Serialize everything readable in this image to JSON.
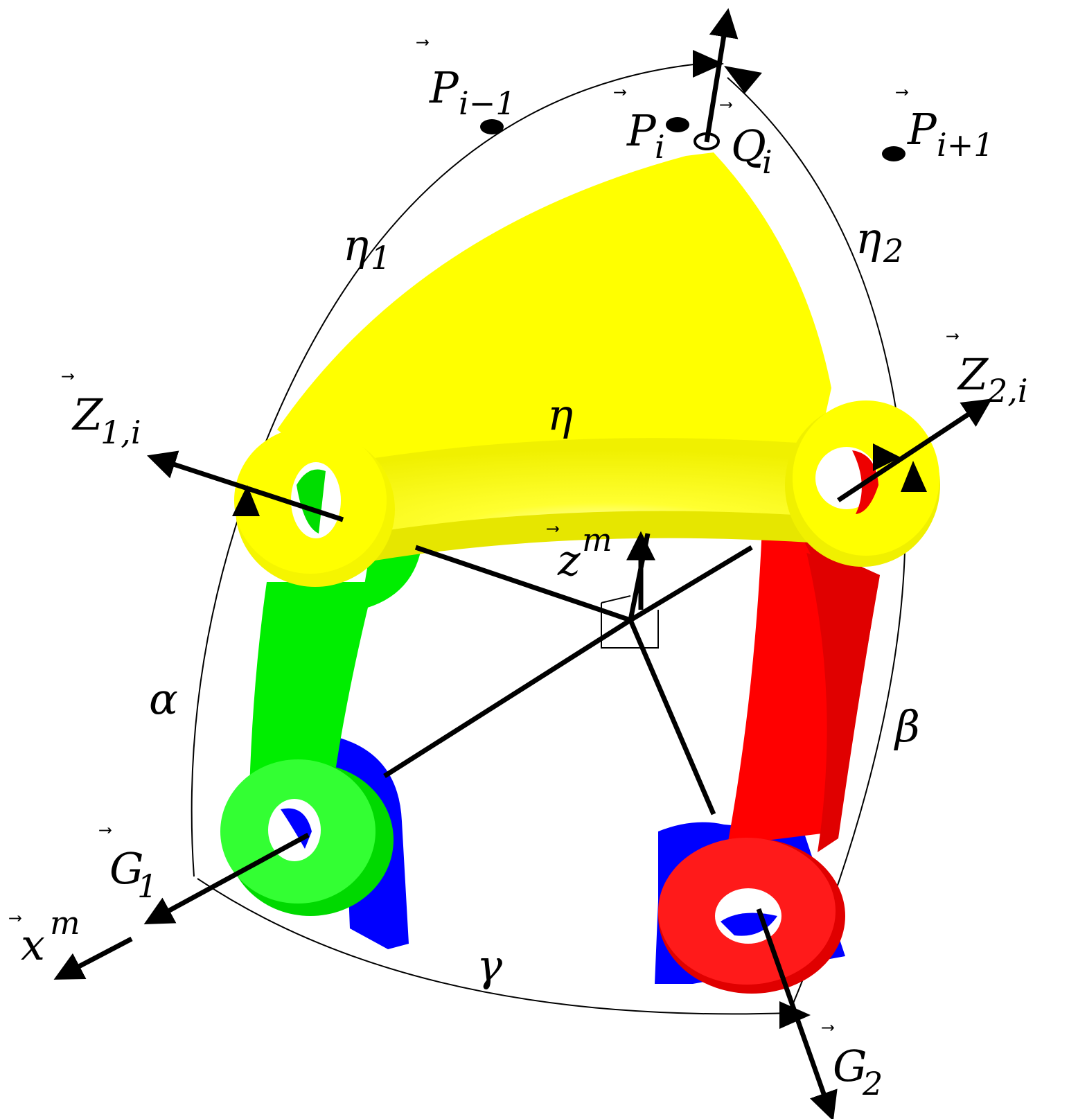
{
  "diagram": {
    "colors": {
      "platform": "#ffff00",
      "leg_left": "#00ee00",
      "leg_right": "#ff0000",
      "base_mount": "#0000ff",
      "lines": "#000000",
      "background": "#ffffff"
    },
    "labels": {
      "p_prev": {
        "base": "P",
        "sub": "i−1"
      },
      "p_i": {
        "base": "P",
        "sub": "i"
      },
      "q_i": {
        "base": "Q",
        "sub": "i"
      },
      "p_next": {
        "base": "P",
        "sub": "i+1"
      },
      "eta1": {
        "base": "η",
        "sub": "1"
      },
      "eta2": {
        "base": "η",
        "sub": "2"
      },
      "eta": {
        "base": "η"
      },
      "z1i": {
        "base": "Z",
        "sub": "1,i"
      },
      "z2i": {
        "base": "Z",
        "sub": "2,i"
      },
      "zm": {
        "base": "z",
        "sup": "m"
      },
      "alpha": {
        "base": "α"
      },
      "beta": {
        "base": "β"
      },
      "gamma": {
        "base": "γ"
      },
      "g1": {
        "base": "G",
        "sub": "1"
      },
      "g2": {
        "base": "G",
        "sub": "2"
      },
      "xm": {
        "base": "x",
        "sup": "m"
      },
      "vector_arrow": "⃗"
    }
  }
}
